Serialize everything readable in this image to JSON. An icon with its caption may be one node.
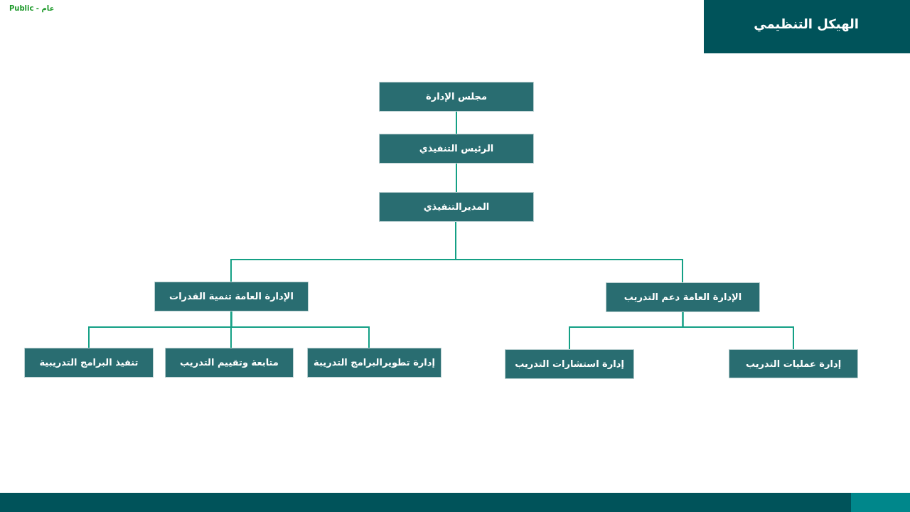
{
  "diagram": {
    "title": "الهيكل التنظيمي",
    "nodes": [
      {
        "text": [
          "مجلس الإدارة"
        ]
      },
      {
        "text": [
          "الرئيس التنفيذي"
        ]
      },
      {
        "text": [
          "المديرالتنفيذي"
        ]
      },
      {
        "text": [
          "الإدارة العامة دعم التدريب"
        ]
      },
      {
        "text": [
          "الإدارة العامة تنمية القدرات"
        ]
      },
      {
        "text": [
          "إدارة عمليات التدريب"
        ]
      },
      {
        "text": [
          "إدارة استشارات التدريب"
        ]
      },
      {
        "text": [
          "إدارة تطويرالبرامج التدريبة"
        ]
      },
      {
        "text": [
          "متابعة وتقييم التدريب"
        ]
      },
      {
        "text": [
          "تنفيذ البرامج التدريبية"
        ]
      }
    ],
    "edges": [
      {
        "from": 0,
        "to": 1,
        "arrow": "none"
      },
      {
        "from": 1,
        "to": 2,
        "arrow": "none"
      },
      {
        "from": 2,
        "to": 3,
        "arrow": "none"
      },
      {
        "from": 2,
        "to": 4,
        "arrow": "none"
      },
      {
        "from": 3,
        "to": 5,
        "arrow": "none"
      },
      {
        "from": 3,
        "to": 6,
        "arrow": "none"
      },
      {
        "from": 4,
        "to": 7,
        "arrow": "none"
      },
      {
        "from": 4,
        "to": 8,
        "arrow": "none"
      },
      {
        "from": 4,
        "to": 9,
        "arrow": "none"
      }
    ],
    "labels": [
      "Public - عام"
    ]
  }
}
